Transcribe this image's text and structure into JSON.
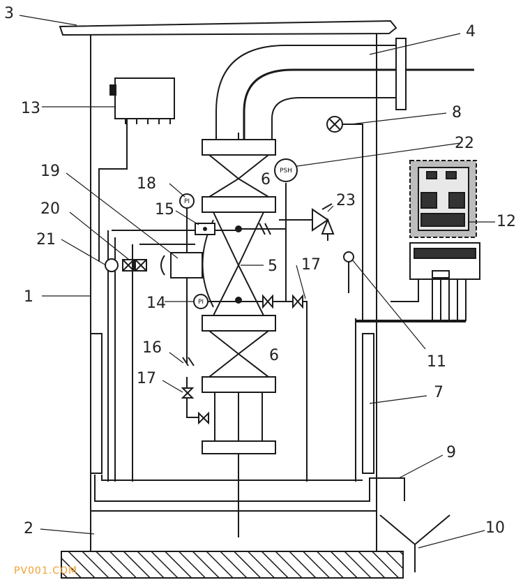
{
  "callouts": [
    "1",
    "2",
    "3",
    "4",
    "5",
    "6",
    "6",
    "7",
    "8",
    "9",
    "10",
    "11",
    "12",
    "13",
    "14",
    "15",
    "16",
    "17",
    "17",
    "18",
    "19",
    "20",
    "21",
    "22",
    "23"
  ],
  "instrument_tags": {
    "pressure_switch": "PSH",
    "pressure_gauge_top": "PI",
    "pressure_gauge_bottom": "PI"
  },
  "watermark": "PV001.COM",
  "colors": {
    "line": "#1a1a1a",
    "panel_gray": "#bdbdbd",
    "watermark": "#f0a030"
  }
}
